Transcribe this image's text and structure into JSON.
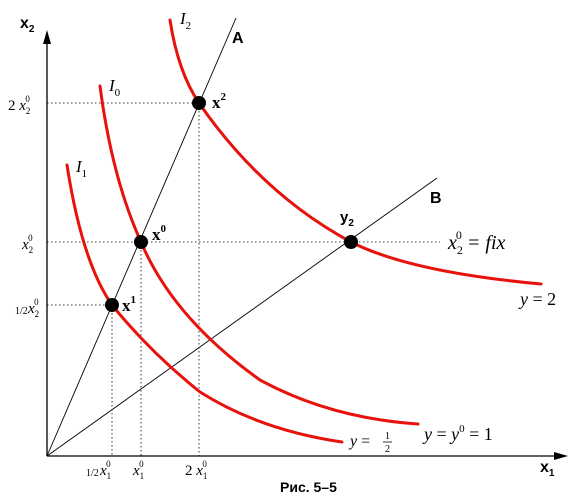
{
  "axes": {
    "x_label": "x",
    "x_sub": "1",
    "y_label": "x",
    "y_sub": "2"
  },
  "rays": {
    "a_label": "A",
    "b_label": "B"
  },
  "isoquants": {
    "i2": {
      "base": "I",
      "sub": "2"
    },
    "i0": {
      "base": "I",
      "sub": "0"
    },
    "i1": {
      "base": "I",
      "sub": "1"
    }
  },
  "points": {
    "x2": {
      "base": "x",
      "sup": "2"
    },
    "x0": {
      "base": "x",
      "sup": "0"
    },
    "x1": {
      "base": "x",
      "sup": "1"
    },
    "y2": {
      "base": "y",
      "sub": "2"
    }
  },
  "y_ticks": {
    "t1": {
      "coef": "2",
      "base": "x",
      "sub": "2",
      "sup": "0"
    },
    "t2": {
      "base": "x",
      "sub": "2",
      "sup": "0"
    },
    "t3": {
      "frac_num": "1",
      "frac_den": "2",
      "base": "x",
      "sub": "2",
      "sup": "0"
    }
  },
  "x_ticks": {
    "t1": {
      "frac_num": "1",
      "frac_den": "2",
      "base": "x",
      "sub": "1",
      "sup": "0"
    },
    "t2": {
      "base": "x",
      "sub": "1",
      "sup": "0"
    },
    "t3": {
      "coef": "2",
      "base": "x",
      "sub": "1",
      "sup": "0"
    }
  },
  "fix_label": {
    "base": "x",
    "sub": "2",
    "sup": "0",
    "rest": " = fix"
  },
  "curve_labels": {
    "y2": {
      "var": "y",
      "rest": " = 2"
    },
    "y1": {
      "var": "y",
      "eq1": " = ",
      "var2": "y",
      "sup": "0",
      "eq2": " = 1"
    },
    "yhalf": {
      "var": "y",
      "eq": " = ",
      "num": "1",
      "den": "2"
    }
  },
  "caption": "Рис. 5–5",
  "colors": {
    "curve": "#e8120c",
    "axis": "#000000",
    "dotted": "#000000",
    "point": "#000000"
  },
  "chart_data": {
    "type": "diagram",
    "isoquants": [
      {
        "name": "I2",
        "level": "y = 2"
      },
      {
        "name": "I0",
        "level": "y = y0 = 1"
      },
      {
        "name": "I1",
        "level": "y = 1/2"
      }
    ],
    "points": [
      "x2",
      "x0",
      "x1",
      "y2"
    ]
  }
}
